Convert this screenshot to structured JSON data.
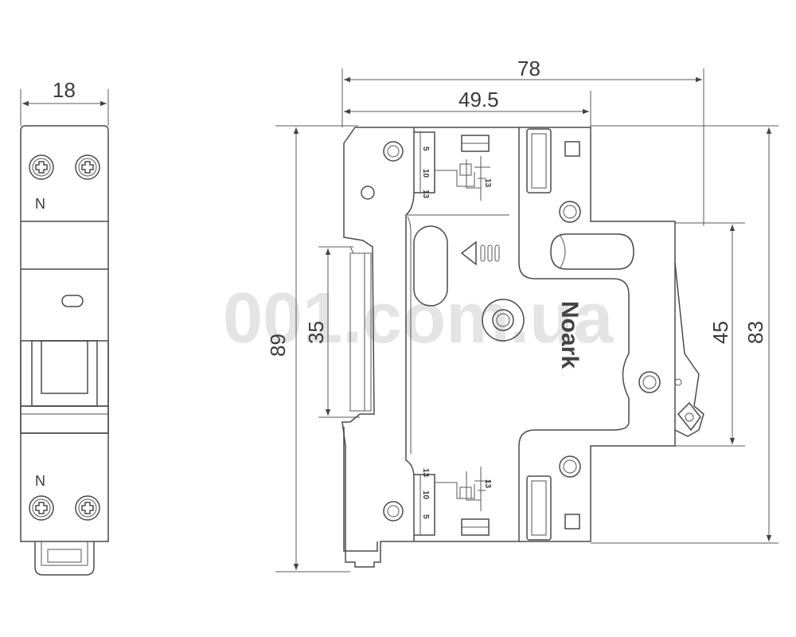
{
  "watermark": "001.com.ua",
  "front_view": {
    "width_dim": "18",
    "top_terminal_label": "N",
    "bottom_terminal_label": "N"
  },
  "side_view": {
    "brand": "Noark",
    "dims": {
      "overall_width": "78",
      "rail_width": "49.5",
      "rail_height": "35",
      "overall_height": "89",
      "front_height": "45",
      "body_height": "83"
    },
    "strip_gauge_top": [
      "5",
      "10",
      "13"
    ],
    "strip_gauge_bottom": [
      "13",
      "10",
      "5"
    ],
    "strip_gauge_mark": "13"
  }
}
